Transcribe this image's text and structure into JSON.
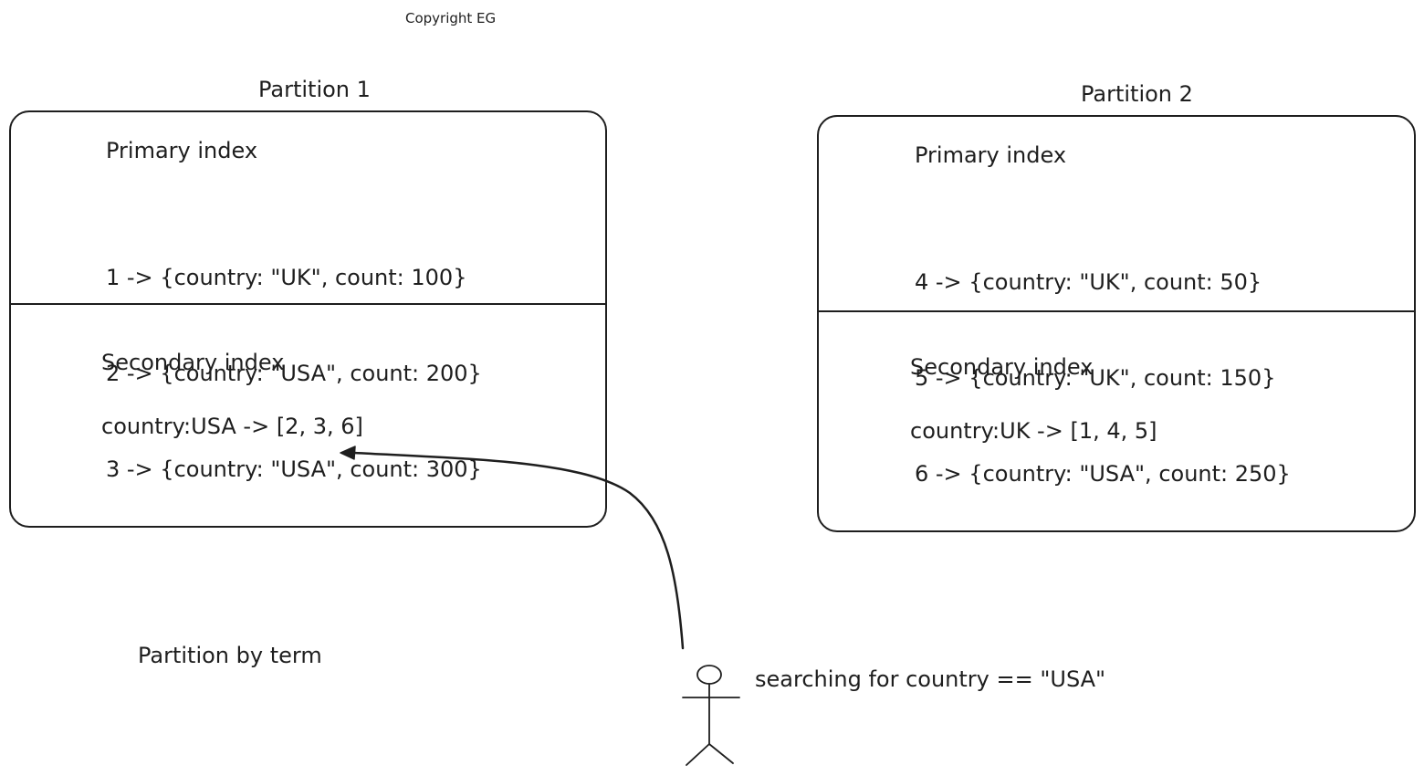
{
  "copyright": "Copyright EG",
  "partitions": [
    {
      "title": "Partition 1",
      "primary_title": "Primary index",
      "primary_entries": [
        "1 -> {country: \"UK\", count: 100}",
        "2 -> {country: \"USA\", count: 200}",
        "3 -> {country: \"USA\", count: 300}"
      ],
      "secondary_title": "Secondary index",
      "secondary_entry": "country:USA -> [2, 3, 6]"
    },
    {
      "title": "Partition 2",
      "primary_title": "Primary index",
      "primary_entries": [
        "4 -> {country: \"UK\", count: 50}",
        "5 -> {country: \"UK\", count: 150}",
        "6 -> {country: \"USA\", count: 250}"
      ],
      "secondary_title": "Secondary index",
      "secondary_entry": "country:UK -> [1, 4, 5]"
    }
  ],
  "caption": "Partition by term",
  "query_label": "searching for country == \"USA\""
}
